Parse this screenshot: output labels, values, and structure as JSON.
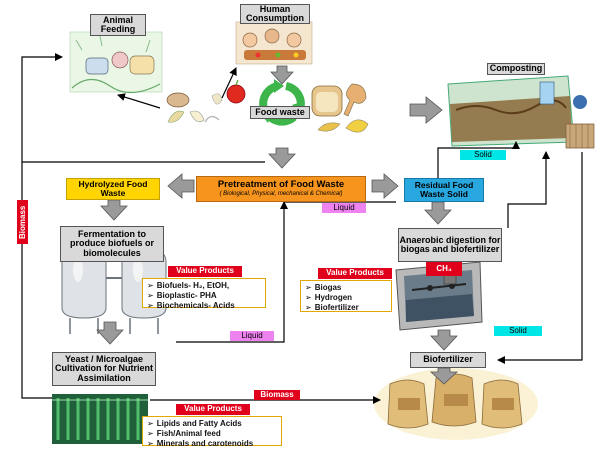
{
  "nodes": {
    "animal_feeding": "Animal Feeding",
    "human_consumption": "Human Consumption",
    "food_waste": "Food waste",
    "composting": "Composting",
    "pretreatment_title": "Pretreatment of Food Waste",
    "pretreatment_sub": "( Biological, Physical, mechanical & Chemical)",
    "hydrolyzed": "Hydrolyzed Food Waste",
    "residual": "Residual Food Waste Solid",
    "fermentation": "Fermentation to produce biofuels or biomolecules",
    "anaerobic": "Anaerobic digestion for biogas and biofertilizer",
    "yeast": "Yeast / Microalgae Cultivation for Nutrient Assimilation",
    "biofertilizer": "Biofertilizer",
    "ch4": "CH₄"
  },
  "labels": {
    "solid_top": "Solid",
    "solid_right": "Solid",
    "liquid_mid": "Liquid",
    "liquid_low": "Liquid",
    "biomass_left": "Biomass",
    "biomass_bottom": "Biomass"
  },
  "value_products": {
    "heading": "Value Products",
    "fermentation": [
      "Biofuels- H₂, EtOH,",
      "Bioplastic- PHA",
      "Biochemicals- Acids"
    ],
    "anaerobic": [
      "Biogas",
      "Hydrogen",
      "Biofertilizer"
    ],
    "yeast": [
      "Lipids and Fatty Acids",
      "Fish/Animal feed",
      "Minerals and carotenoids"
    ]
  },
  "colors": {
    "orange": "#f7941d",
    "yellow": "#ffd400",
    "blue": "#29a8e0",
    "gray_box": "#d9d9d9",
    "red": "#e0001b",
    "cyan": "#00e5e5",
    "pink": "#ee82ee",
    "arrow_gray": "#9a9a9a",
    "recycle_green": "#3db54a"
  },
  "icons": [
    "animal-feeding-illustration",
    "human-consumption-illustration",
    "food-waste-illustration",
    "recycle-icon",
    "composting-bin-illustration",
    "fermentation-tank-icon",
    "digester-icon",
    "microalgae-culture-icon",
    "biofertilizer-bags-icon"
  ]
}
